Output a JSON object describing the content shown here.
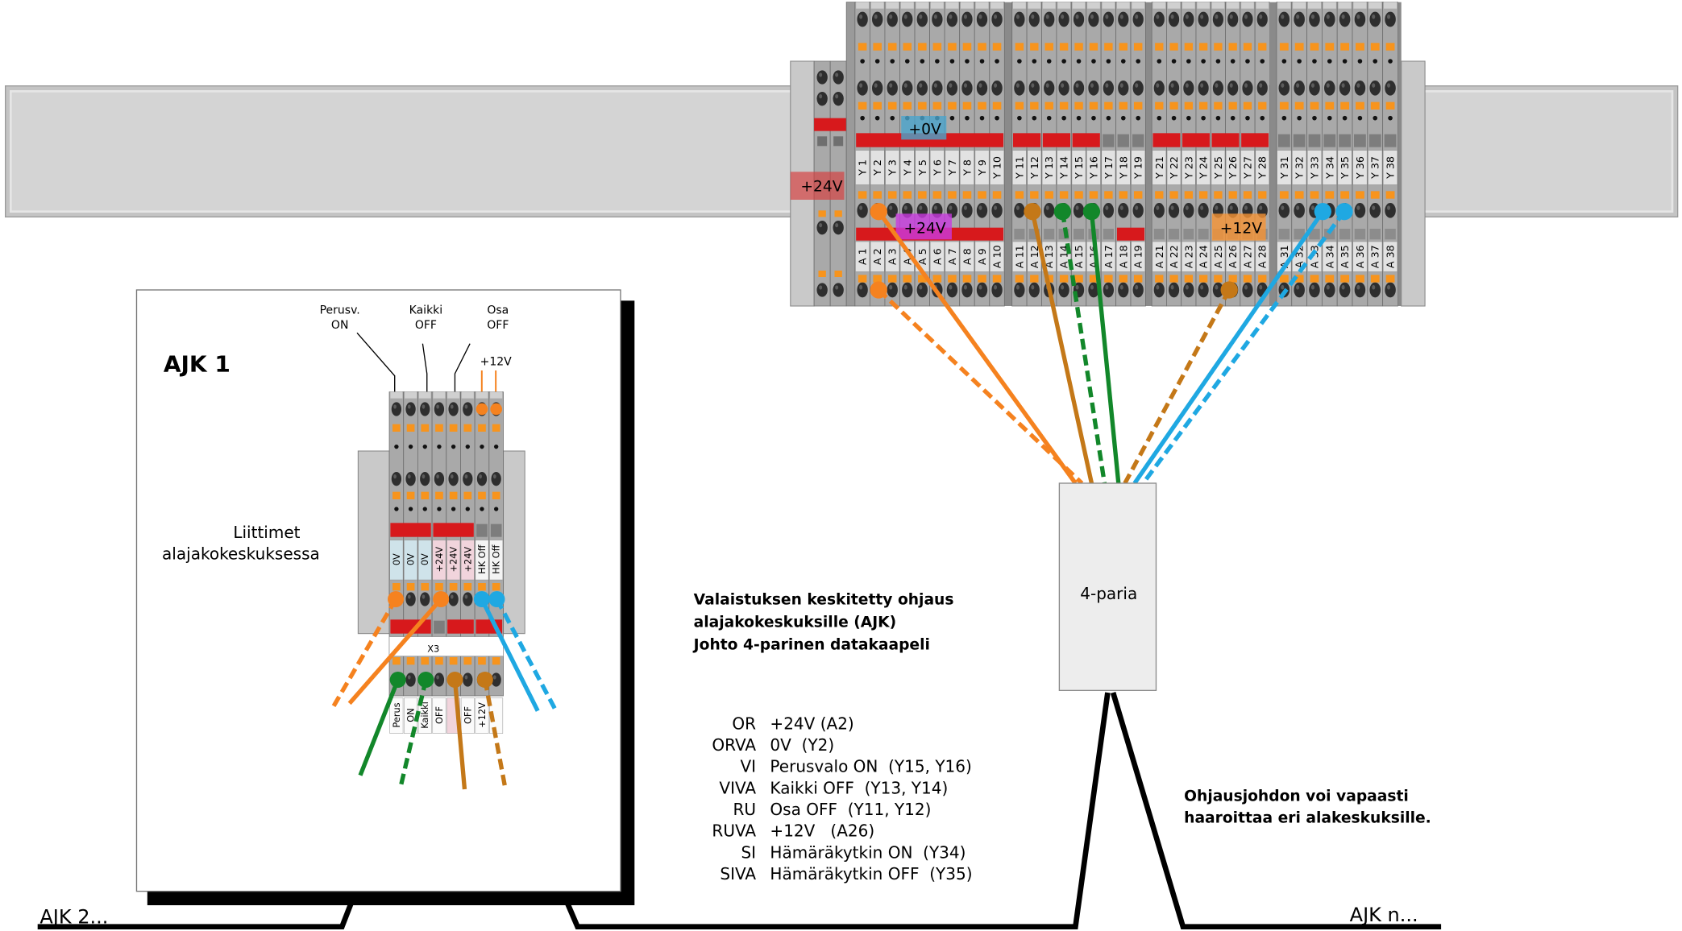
{
  "rail_block": {
    "groups": [
      {
        "y_labels": [
          "Y 1",
          "Y 2",
          "Y 3",
          "Y 4",
          "Y 5",
          "Y 6",
          "Y 7",
          "Y 8",
          "Y 9",
          "Y 10"
        ],
        "a_labels": [
          "A 1",
          "A 2",
          "A 3",
          "A 4",
          "A 5",
          "A 6",
          "A 7",
          "A 8",
          "A 9",
          "A 10"
        ]
      },
      {
        "y_labels": [
          "Y 11",
          "Y 12",
          "Y 13",
          "Y 14",
          "Y 15",
          "Y 16",
          "Y 17",
          "Y 18",
          "Y 19"
        ],
        "a_labels": [
          "A 11",
          "A 12",
          "A 13",
          "A 14",
          "A 15",
          "A 16",
          "A 17",
          "A 18",
          "A 19"
        ]
      },
      {
        "y_labels": [
          "Y 21",
          "Y 22",
          "Y 23",
          "Y 24",
          "Y 25",
          "Y 26",
          "Y 27",
          "Y 28"
        ],
        "a_labels": [
          "A 21",
          "A 22",
          "A 23",
          "A 24",
          "A 25",
          "A 26",
          "A 27",
          "A 28"
        ]
      },
      {
        "y_labels": [
          "Y 31",
          "Y 32",
          "Y 33",
          "Y 34",
          "Y 35",
          "Y 36",
          "Y 37",
          "Y 38"
        ],
        "a_labels": [
          "A 31",
          "A 32",
          "A 33",
          "A 34",
          "A 35",
          "A 36",
          "A 37",
          "A 38"
        ]
      }
    ],
    "marks": {
      "left_24v": "+24V",
      "zero_v": "+0V",
      "bus_24v": "+24V",
      "bus_12v": "+12V"
    }
  },
  "cable_box": {
    "label": "4-paria"
  },
  "panel": {
    "title": "AJK 1",
    "caption": [
      "Liittimet",
      "alajakokeskuksessa"
    ],
    "switches": [
      {
        "l1": "Perusv.",
        "l2": "ON"
      },
      {
        "l1": "Kaikki",
        "l2": "OFF"
      },
      {
        "l1": "Osa",
        "l2": "OFF"
      }
    ],
    "supply": "+12V",
    "block_name": "X3",
    "top_labels": [
      "0V",
      "0V",
      "0V",
      "+24V",
      "+24V",
      "+24V",
      "HK Off",
      "HK Off"
    ],
    "bottom_labels": [
      "Perus",
      "ON",
      "Kaikki",
      "OFF",
      "",
      "OFF",
      "+12V",
      ""
    ]
  },
  "description": [
    "Valaistuksen keskitetty ohjaus",
    "alajakokeskuksille (AJK)",
    "Johto 4-parinen datakaapeli"
  ],
  "legend": [
    {
      "code": "OR",
      "text": "+24V (A2)"
    },
    {
      "code": "ORVA",
      "text": "0V  (Y2)"
    },
    {
      "code": "VI",
      "text": "Perusvalo ON  (Y15, Y16)"
    },
    {
      "code": "VIVA",
      "text": "Kaikki OFF  (Y13, Y14)"
    },
    {
      "code": "RU",
      "text": "Osa OFF  (Y11, Y12)"
    },
    {
      "code": "RUVA",
      "text": "+12V   (A26)"
    },
    {
      "code": "SI",
      "text": "Hämäräkytkin ON  (Y34)"
    },
    {
      "code": "SIVA",
      "text": "Hämäräkytkin OFF  (Y35)"
    }
  ],
  "note": [
    "Ohjausjohdon voi vapaasti",
    "haaroittaa eri alakeskuksille."
  ],
  "branches": {
    "left": "AJK 2...",
    "right": "AJK n..."
  },
  "colors": {
    "orange": "#f5821f",
    "brown": "#c47818",
    "green": "#12872a",
    "blue": "#1fa8e2",
    "red": "#d7191c",
    "cable": "#000000"
  }
}
